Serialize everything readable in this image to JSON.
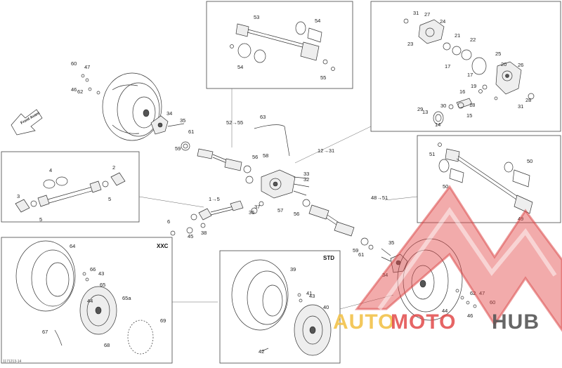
{
  "diagram": {
    "part_labels": [
      "1→5",
      "2",
      "3",
      "4",
      "5",
      "5",
      "6",
      "12→31",
      "13",
      "14",
      "15",
      "16",
      "17",
      "17",
      "18",
      "19",
      "20",
      "21",
      "22",
      "23",
      "24",
      "25",
      "26",
      "27",
      "28",
      "29",
      "30",
      "31",
      "31",
      "32",
      "33",
      "34",
      "34",
      "35",
      "35",
      "36",
      "37",
      "38",
      "39",
      "40",
      "41",
      "42",
      "43",
      "43",
      "44",
      "44",
      "45",
      "46",
      "46",
      "47",
      "47",
      "48→51",
      "49",
      "50",
      "50",
      "51",
      "52→55",
      "53",
      "54",
      "54",
      "55",
      "56",
      "56",
      "57",
      "58",
      "59",
      "59",
      "60",
      "60",
      "61",
      "61",
      "62",
      "62",
      "63",
      "64",
      "65",
      "65a",
      "66",
      "67",
      "68",
      "69"
    ],
    "box_labels": {
      "xxc": "XXC",
      "std": "STD"
    },
    "direction_badge": "Front Avant",
    "reference_code": "1171213-14",
    "watermark": {
      "part1": "AUTO",
      "part2": "MOTO",
      "part3": "HUB"
    }
  }
}
